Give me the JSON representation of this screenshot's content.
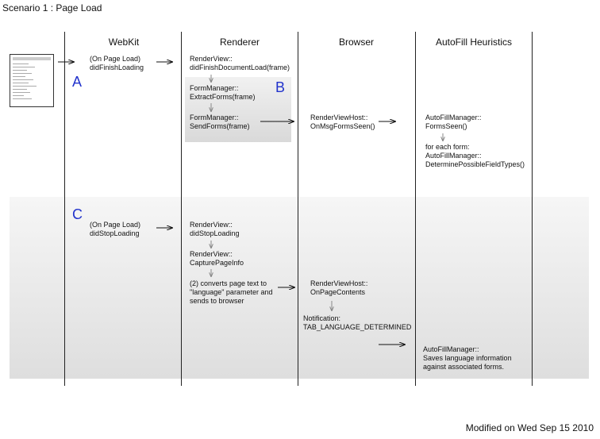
{
  "title": "Scenario 1 : Page Load",
  "columns": {
    "webkit": "WebKit",
    "renderer": "Renderer",
    "browser": "Browser",
    "autofill": "AutoFill Heuristics"
  },
  "markers": {
    "a": "A",
    "b": "B",
    "c": "C"
  },
  "steps": {
    "webkit_finish": "(On Page Load)\ndidFinishLoading",
    "renderer_finish": "RenderView::\ndidFinishDocumentLoad(frame)",
    "extract_forms": "FormManager::\nExtractForms(frame)",
    "send_forms": "FormManager::\nSendForms(frame)",
    "forms_seen_host": "RenderViewHost::\nOnMsgFormsSeen()",
    "forms_seen_autofill": "AutoFillManager::\nFormsSeen()",
    "determine_types": "for each form:\nAutoFillManager::\nDeterminePossibleFieldTypes()",
    "webkit_stop": "(On Page Load)\ndidStopLoading",
    "renderer_stop": "RenderView::\ndidStopLoading",
    "capture_info": "RenderView::\nCapturePageInfo",
    "converts_text": "(2) converts page text to\n\"language\" parameter and\nsends to browser",
    "page_contents": "RenderViewHost::\nOnPageContents",
    "notification": "Notification:\nTAB_LANGUAGE_DETERMINED",
    "saves_language": "AutoFillManager::\nSaves language information\nagainst associated forms."
  },
  "footer": "Modified on Wed Sep 15 2010"
}
